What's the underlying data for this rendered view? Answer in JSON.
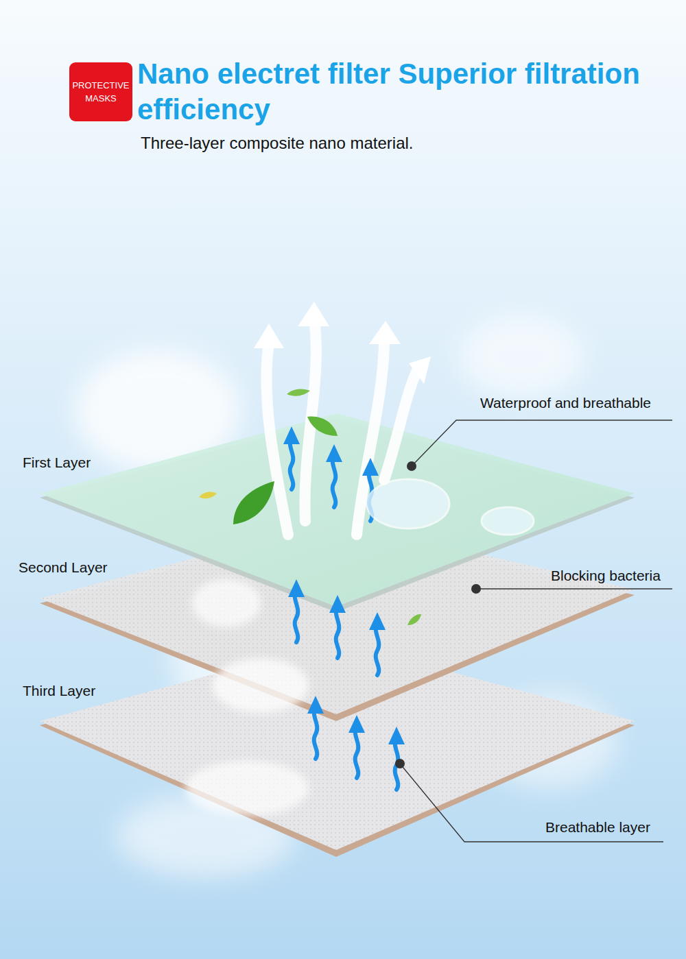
{
  "diagram": {
    "title": "Nano electret filter Superior filtration efficiency",
    "caption": "Three-layer composite nano material.",
    "nodes": [
      {
        "text": [
          "PROTECTIVE MASKS"
        ]
      }
    ],
    "labels": [
      "First Layer",
      "Waterproof and breathable",
      "Second Layer",
      "Blocking bacteria",
      "Third Layer",
      "Breathable layer"
    ]
  }
}
